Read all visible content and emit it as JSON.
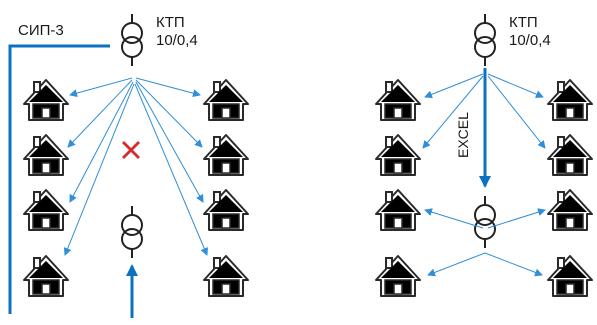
{
  "labels": {
    "cable": "СИП-3",
    "left_ktp_line1": "КТП",
    "left_ktp_line2": "10/0,4",
    "right_ktp_line1": "КТП",
    "right_ktp_line2": "10/0,4",
    "excel": "EXCEL"
  },
  "colors": {
    "arrow": "#2f8fd8",
    "cable_line": "#0b72c0",
    "house_green": "#1f9a3a",
    "house_orange": "#f39a66",
    "cross": "#d62b2b"
  },
  "icons": [
    "transformer-icon",
    "house-icon",
    "cross-icon"
  ]
}
